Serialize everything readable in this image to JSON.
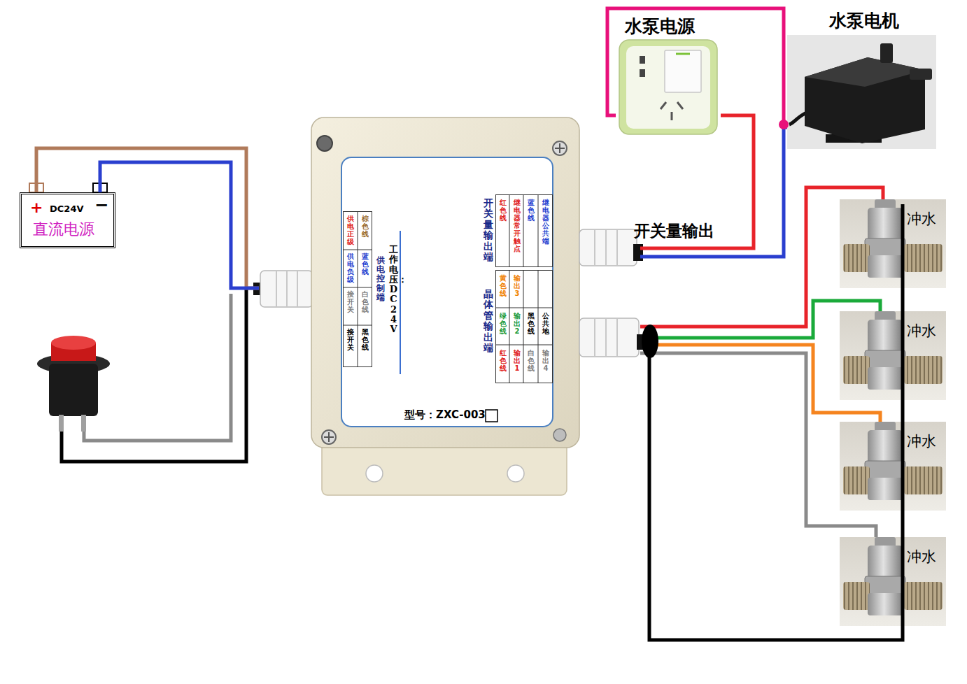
{
  "diagram": {
    "nodes": [
      {
        "text": [
          "+",
          "DC24V",
          "−",
          "直流电源"
        ]
      },
      {
        "text": [
          "工作电压：DC24V",
          "型号：ZXC-003"
        ]
      },
      {
        "text": [
          "供电控制端"
        ],
        "in": 1
      },
      {
        "text": [
          "开关量输出端"
        ],
        "in": 1
      },
      {
        "text": [
          "晶体管输出端"
        ],
        "in": 1
      },
      {
        "text": [
          "水泵电源"
        ]
      },
      {
        "text": [
          "水泵电机"
        ]
      },
      {
        "text": [
          "冲水"
        ]
      },
      {
        "text": [
          "冲水"
        ]
      },
      {
        "text": [
          "冲水"
        ]
      },
      {
        "text": [
          "冲水"
        ]
      }
    ],
    "edges": [
      {
        "from": 0,
        "to": 1,
        "arrow": "none"
      },
      {
        "from": 1,
        "to": 5,
        "arrow": "none"
      },
      {
        "from": 1,
        "to": 6,
        "arrow": "none"
      },
      {
        "from": 5,
        "to": 6,
        "arrow": "none"
      },
      {
        "from": 1,
        "to": 7,
        "arrow": "none"
      },
      {
        "from": 1,
        "to": 8,
        "arrow": "none"
      },
      {
        "from": 1,
        "to": 9,
        "arrow": "none"
      },
      {
        "from": 1,
        "to": 10,
        "arrow": "none"
      }
    ],
    "labels": [
      "开关量输出",
      "供电正级",
      "棕色线",
      "供电负级",
      "蓝色线",
      "接开关",
      "白色线",
      "接开关",
      "黑色线",
      "红色线",
      "继电器常开触点",
      "蓝色线",
      "继电器公共端",
      "黄色线",
      "输出3",
      "绿色线",
      "输出2",
      "黑色线",
      "公共地",
      "红色线",
      "输出1",
      "白色线",
      "输出4"
    ]
  }
}
